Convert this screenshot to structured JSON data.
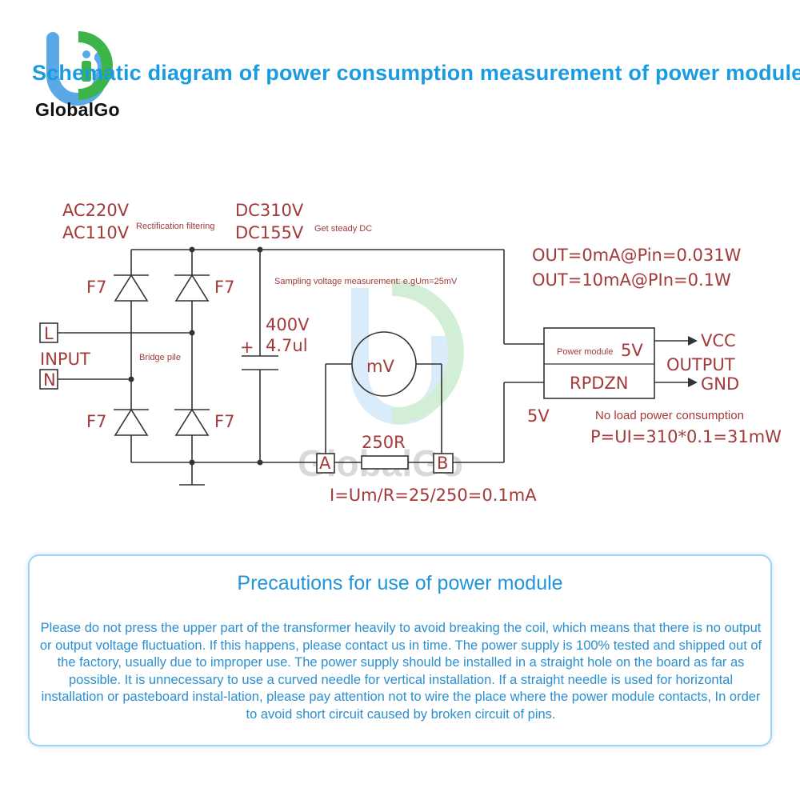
{
  "header": {
    "title": "Schematic diagram of power consumption measurement of power module",
    "brand": "GlobalGo"
  },
  "diagram": {
    "watermark": "GlobalGo",
    "input_voltage_1": "AC220V",
    "input_voltage_2": "AC110V",
    "rectification_label": "Rectification filtering",
    "dc_voltage_1": "DC310V",
    "dc_voltage_2": "DC155V",
    "steady_dc_label": "Get steady DC",
    "sampling_label": "Sampling voltage measurement: e.gUm=25mV",
    "out_line_1": "OUT=0mA@Pin=0.031W",
    "out_line_2": "OUT=10mA@PIn=0.1W",
    "diode_labels": [
      "F7",
      "F7",
      "F7",
      "F7"
    ],
    "terminal_l": "L",
    "terminal_n": "N",
    "input_label": "INPUT",
    "bridge_label": "Bridge pile",
    "cap_plus": "+",
    "cap_voltage": "400V",
    "cap_capacity": "4.7ul",
    "meter_label": "mV",
    "resistor_label": "250R",
    "point_a": "A",
    "point_b": "B",
    "current_formula": "I=Um/R=25/250=0.1mA",
    "module_label": "Power module",
    "module_voltage": "5V",
    "module_model": "RPDZN",
    "vcc_label": "VCC",
    "output_label": "OUTPUT",
    "gnd_label": "GND",
    "five_v_label": "5V",
    "no_load_label": "No load power consumption",
    "power_formula": "P=UI=310*0.1=31mW"
  },
  "precautions": {
    "title": "Precautions for use of power module",
    "body": "Please do not press the upper part of the transformer heavily to avoid breaking the coil, which means that there is no output or output voltage fluctuation. If this happens, please contact us in time. The power supply is 100% tested and shipped out of the factory, usually due to improper use. The power supply should be installed in a straight hole on the board as far as possible. It is unnecessary to use a curved needle for vertical installation. If a straight needle is used for horizontal installation or pasteboard instal-lation, please pay attention not to wire the place where the power module contacts, In order to avoid short circuit caused by broken circuit of pins."
  },
  "colors": {
    "title_blue": "#1a9be0",
    "schematic_red": "#a23a3a",
    "line_gray": "#333333",
    "box_border": "#9fd3f2"
  }
}
